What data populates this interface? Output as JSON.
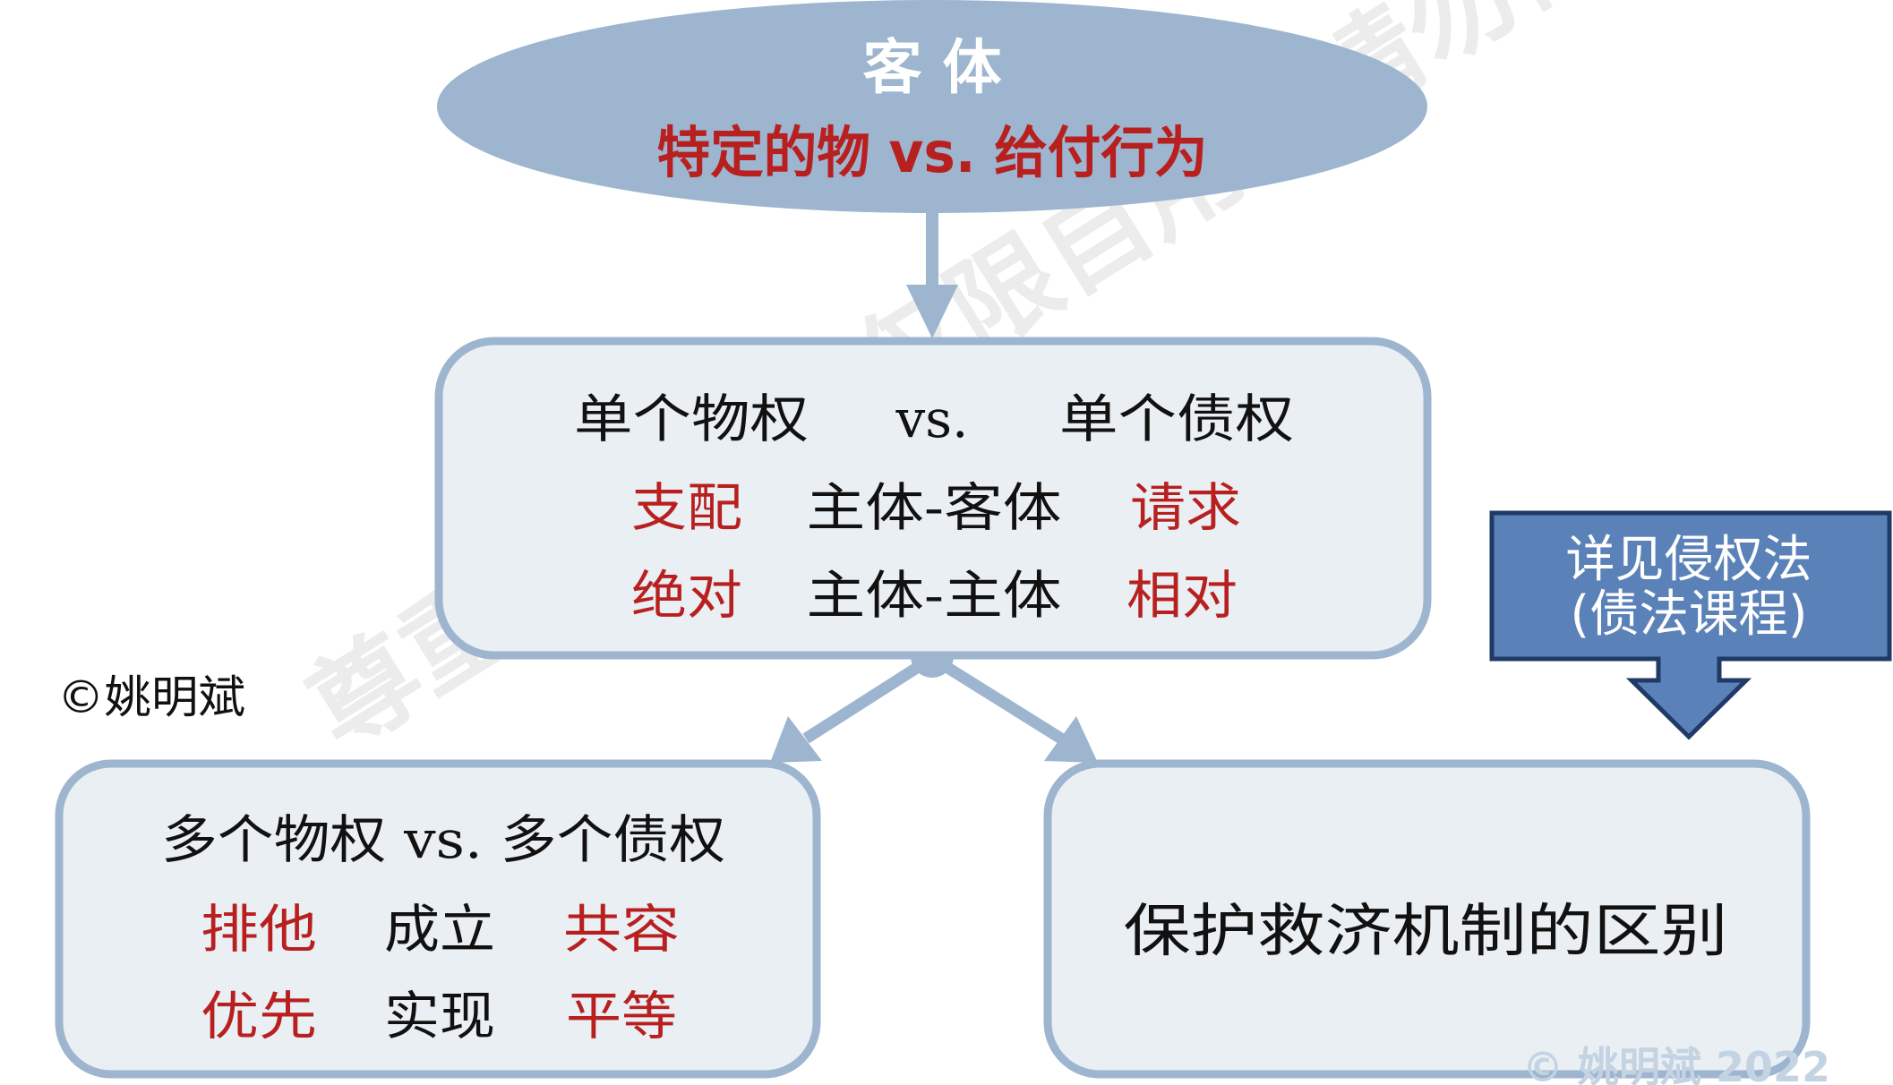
{
  "watermark": {
    "diagonal_text": "尊重著作权，仅限自用。请勿传播！",
    "footer": "© 姚明斌 2022"
  },
  "copyright": "©姚明斌",
  "object_ellipse": {
    "title": "客 体",
    "subtitle": "特定的物 vs. 给付行为"
  },
  "single_rights_box": {
    "header_left": "单个物权",
    "header_vs": "vs.",
    "header_right": "单个债权",
    "rows": [
      {
        "left": "支配",
        "middle": "主体-客体",
        "right": "请求"
      },
      {
        "left": "绝对",
        "middle": "主体-主体",
        "right": "相对"
      }
    ]
  },
  "multiple_rights_box": {
    "header": "多个物权 vs. 多个债权",
    "rows": [
      {
        "left": "排他",
        "middle": "成立",
        "right": "共容"
      },
      {
        "left": "优先",
        "middle": "实现",
        "right": "平等"
      }
    ]
  },
  "remedy_box": {
    "text": "保护救济机制的区别"
  },
  "callout": {
    "line1": "详见侵权法",
    "line2": "(债法课程)"
  },
  "colors": {
    "accent_blue": "#9db5cf",
    "box_fill": "#eaeff4",
    "callout_blue": "#5b82b8",
    "emphasis_red": "#b8201f"
  }
}
